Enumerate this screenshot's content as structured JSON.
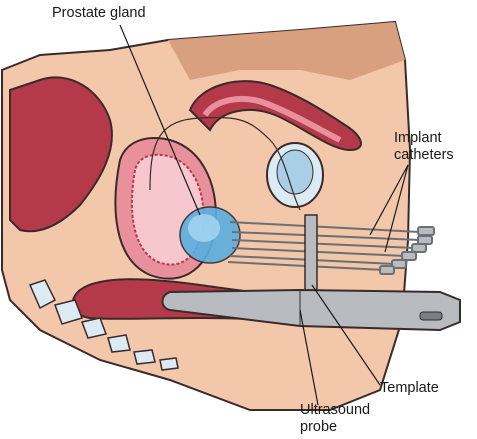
{
  "labels": {
    "prostate_gland": "Prostate gland",
    "implant_catheters_line1": "Implant",
    "implant_catheters_line2": "catheters",
    "template": "Template",
    "ultrasound_probe_line1": "Ultrasound",
    "ultrasound_probe_line2": "probe"
  },
  "colors": {
    "skin": "#f2c7aa",
    "skin_dark": "#d9a07f",
    "muscle": "#b43a4a",
    "muscle_light": "#e8909c",
    "bone": "#dbeaf3",
    "prostate": "#5aaee0",
    "outline": "#3a2a2a",
    "metal": "#b8bcc0"
  }
}
